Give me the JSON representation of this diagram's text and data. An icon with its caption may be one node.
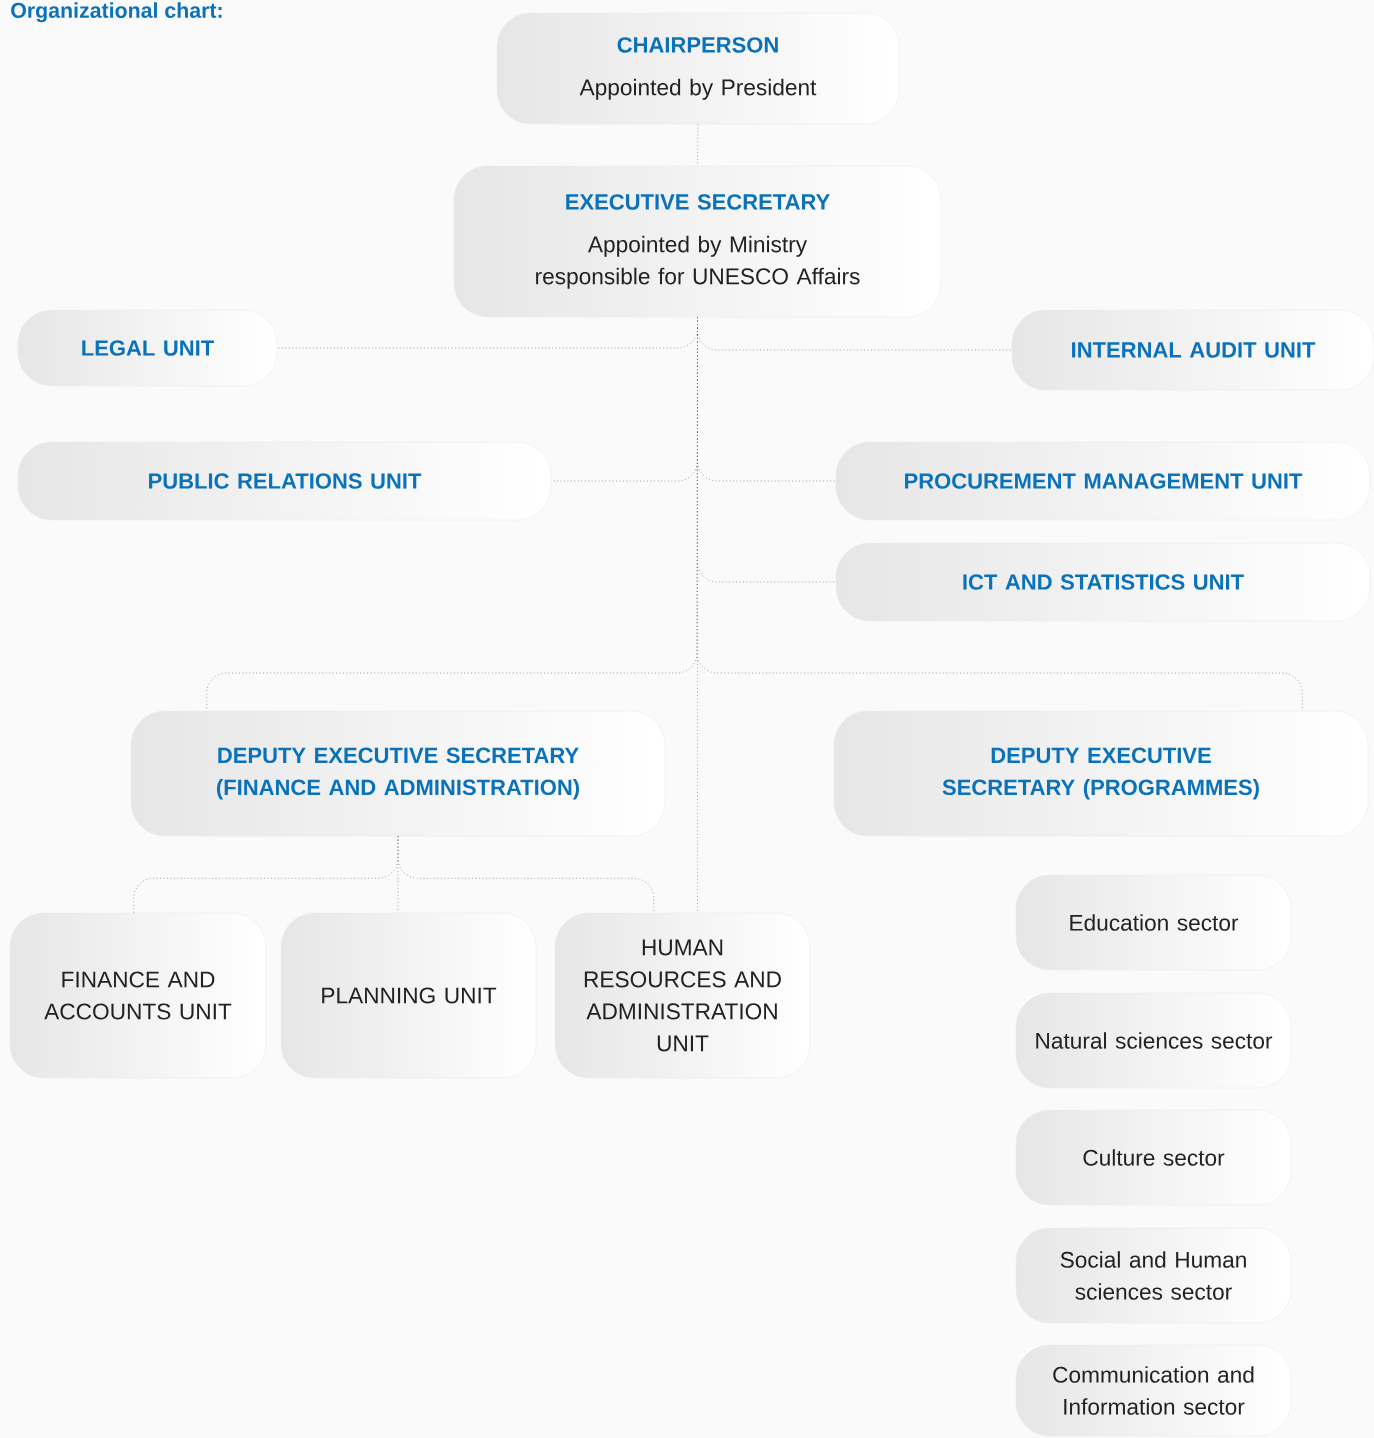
{
  "diagram": {
    "title": "Organizational chart:",
    "nodes": [
      {
        "text": [
          "CHAIRPERSON",
          "Appointed by President"
        ]
      },
      {
        "text": [
          "EXECUTIVE SECRETARY",
          "Appointed by Ministry responsible for UNESCO Affairs"
        ]
      },
      {
        "text": [
          "LEGAL UNIT"
        ]
      },
      {
        "text": [
          "INTERNAL AUDIT UNIT"
        ]
      },
      {
        "text": [
          "PUBLIC RELATIONS UNIT"
        ]
      },
      {
        "text": [
          "PROCUREMENT MANAGEMENT UNIT"
        ]
      },
      {
        "text": [
          "ICT AND STATISTICS UNIT"
        ]
      },
      {
        "text": [
          "DEPUTY EXECUTIVE SECRETARY (FINANCE AND ADMINISTRATION)"
        ]
      },
      {
        "text": [
          "DEPUTY EXECUTIVE SECRETARY (PROGRAMMES)"
        ]
      },
      {
        "text": [
          "FINANCE AND ACCOUNTS UNIT"
        ]
      },
      {
        "text": [
          "PLANNING UNIT"
        ]
      },
      {
        "text": [
          "HUMAN RESOURCES AND ADMINISTRATION UNIT"
        ]
      },
      {
        "text": [
          "Education sector"
        ]
      },
      {
        "text": [
          "Natural sciences sector"
        ]
      },
      {
        "text": [
          "Culture sector"
        ]
      },
      {
        "text": [
          "Social and Human sciences sector"
        ]
      },
      {
        "text": [
          "Communication and Information sector"
        ]
      }
    ],
    "edges": [
      {
        "from": 0,
        "to": 1,
        "arrow": "none"
      },
      {
        "from": 1,
        "to": 2,
        "arrow": "none"
      },
      {
        "from": 1,
        "to": 3,
        "arrow": "none"
      },
      {
        "from": 1,
        "to": 4,
        "arrow": "none"
      },
      {
        "from": 1,
        "to": 5,
        "arrow": "none"
      },
      {
        "from": 1,
        "to": 6,
        "arrow": "none"
      },
      {
        "from": 1,
        "to": 7,
        "arrow": "none"
      },
      {
        "from": 1,
        "to": 8,
        "arrow": "none"
      },
      {
        "from": 1,
        "to": 11,
        "arrow": "none"
      },
      {
        "from": 7,
        "to": 9,
        "arrow": "none"
      },
      {
        "from": 7,
        "to": 10,
        "arrow": "none"
      },
      {
        "from": 7,
        "to": 11,
        "arrow": "none"
      }
    ]
  }
}
